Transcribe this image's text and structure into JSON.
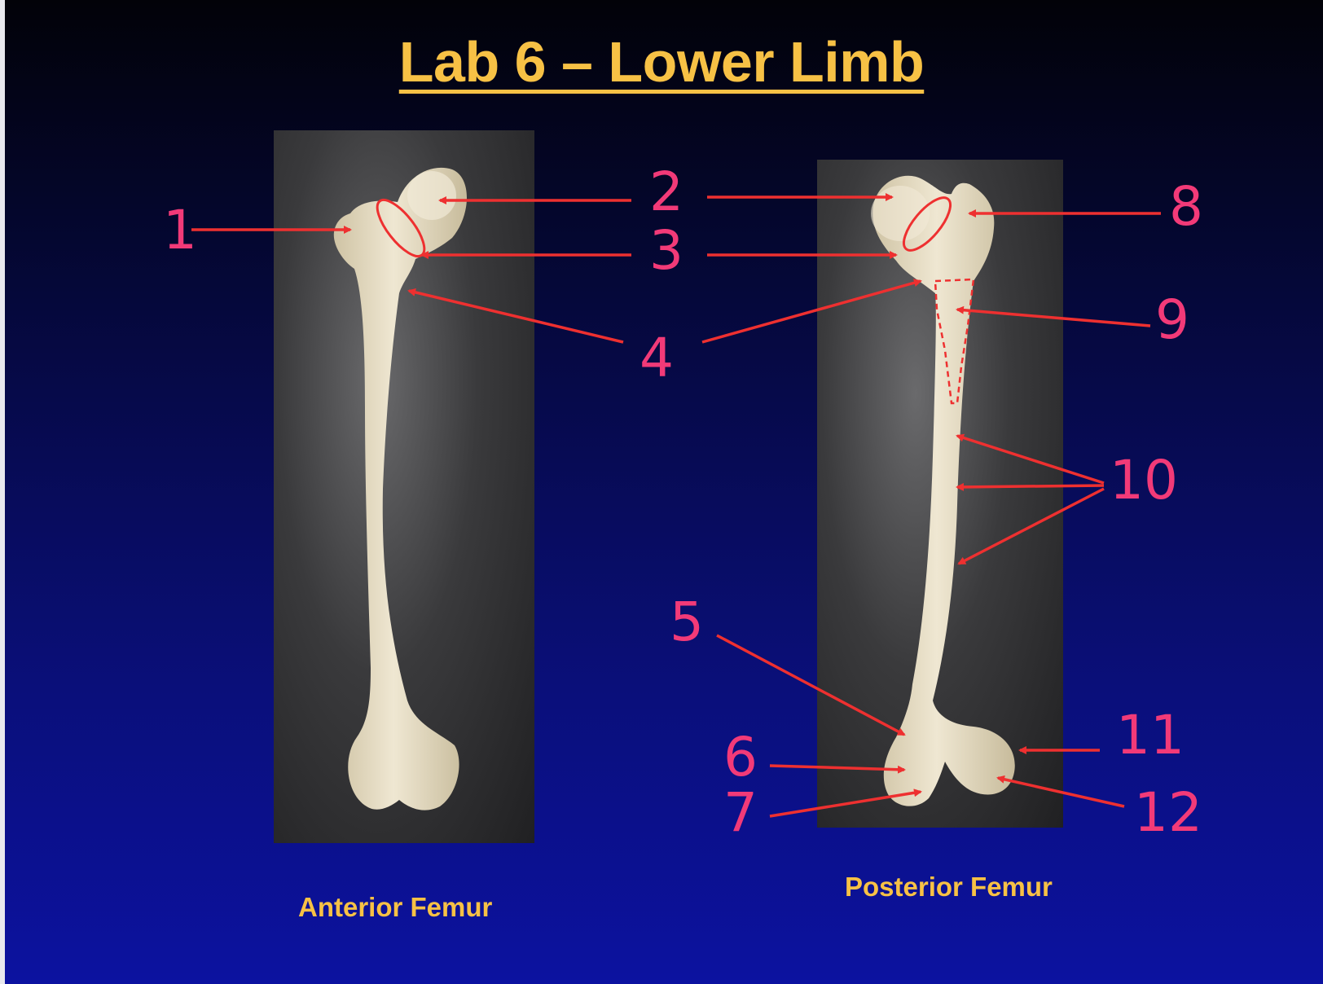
{
  "slide": {
    "title": "Lab 6 – Lower Limb",
    "captions": {
      "anterior": "Anterior Femur",
      "posterior": "Posterior Femur"
    }
  },
  "labels": [
    "1",
    "2",
    "3",
    "4",
    "5",
    "6",
    "7",
    "8",
    "9",
    "10",
    "11",
    "12"
  ],
  "colors": {
    "title": "#f7c145",
    "label": "#f23a78",
    "arrow": "#ee3030",
    "bone": "#e6dcc2"
  }
}
